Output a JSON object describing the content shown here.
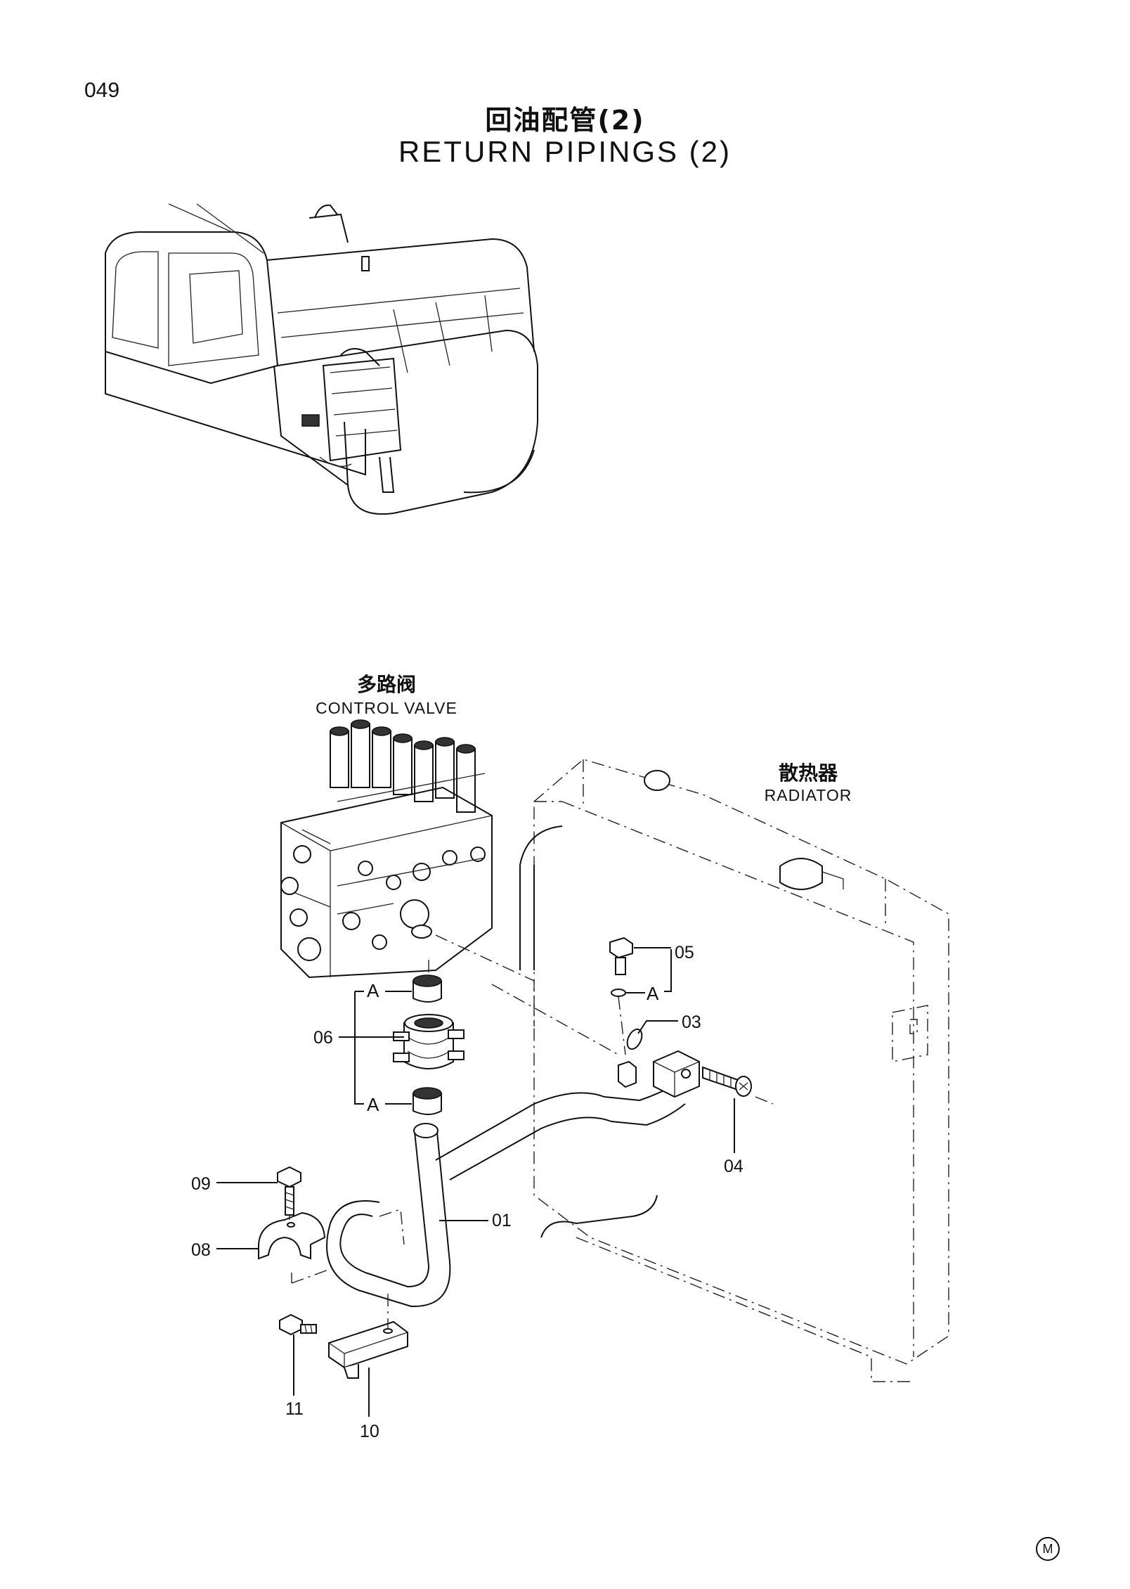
{
  "page": {
    "number": "049",
    "title_cn": "回油配管(2)",
    "title_en": "RETURN PIPINGS (2)",
    "mark": "M"
  },
  "components": {
    "control_valve": {
      "cn": "多路阀",
      "en": "CONTROL VALVE"
    },
    "radiator": {
      "cn": "散热器",
      "en": "RADIATOR"
    }
  },
  "parts": {
    "p01": "01",
    "p03": "03",
    "p04": "04",
    "p05": "05",
    "p06": "06",
    "p08": "08",
    "p09": "09",
    "p10": "10",
    "p11": "11"
  },
  "refs": {
    "a": "A"
  }
}
